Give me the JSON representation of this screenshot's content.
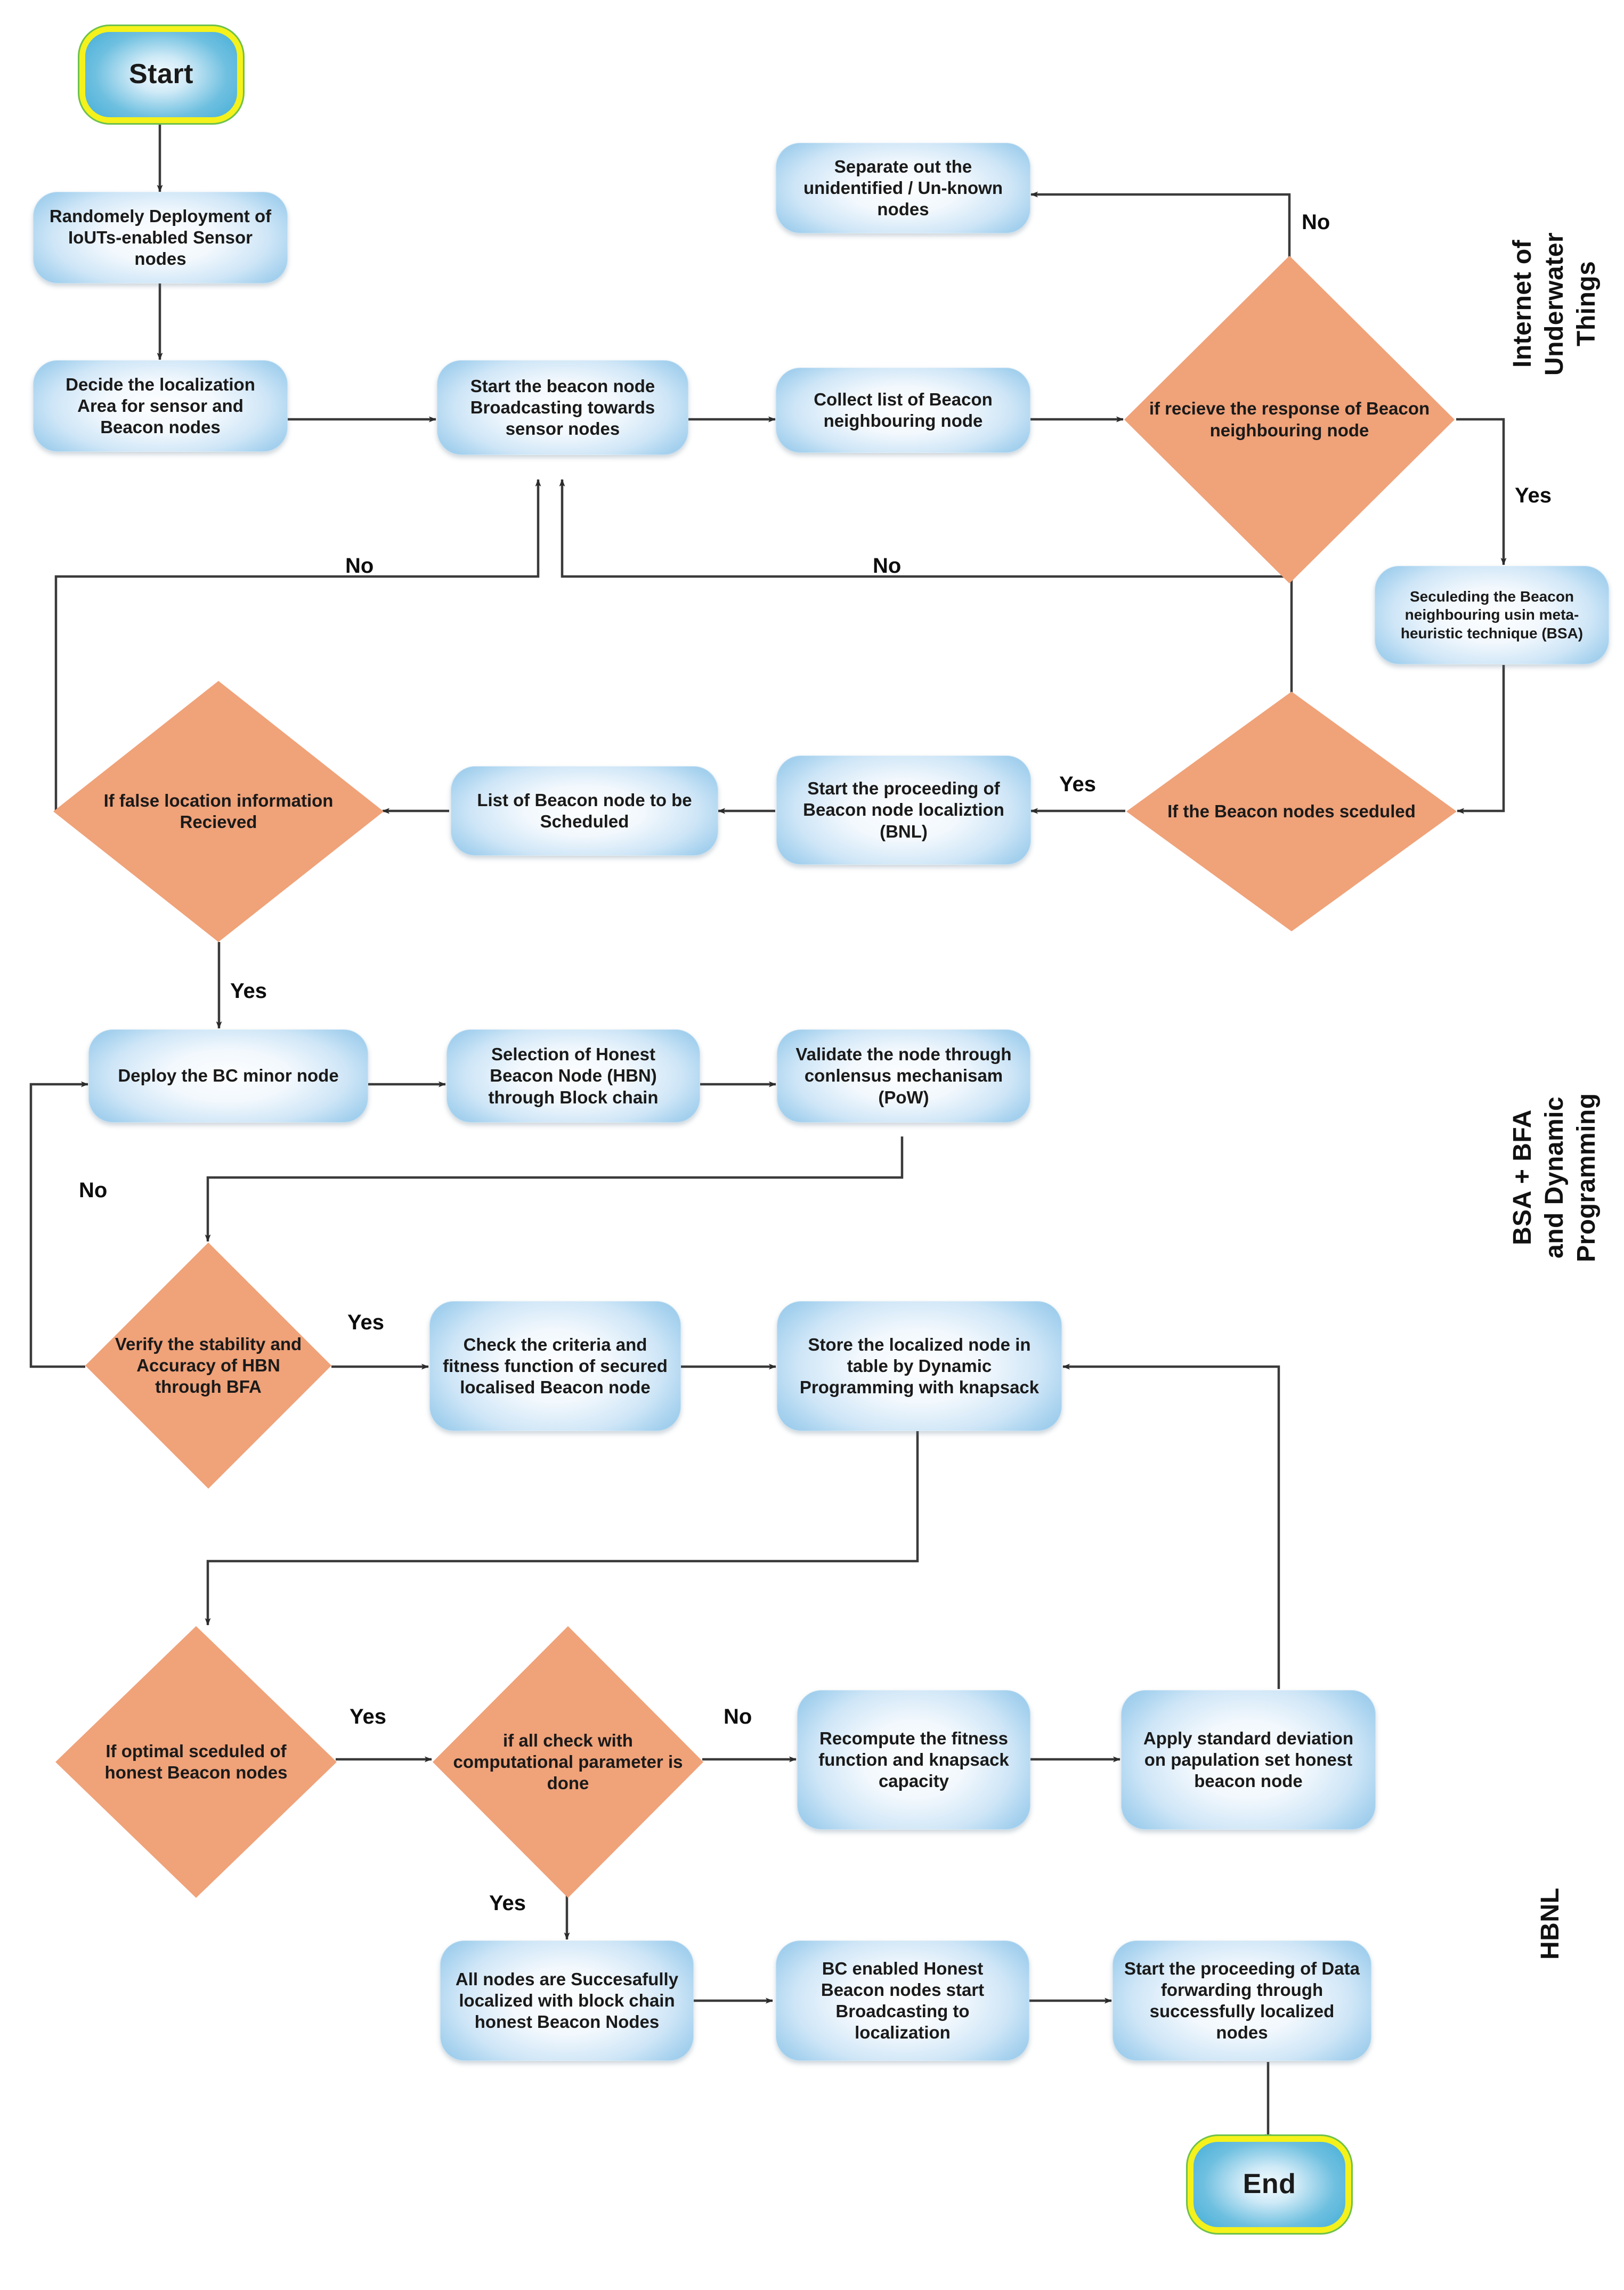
{
  "diagram": {
    "title_present": false,
    "colors": {
      "process_fill": "#cfe6f7",
      "decision_fill": "#f0a279",
      "terminator_fill": "#6fc0e0",
      "terminator_glow_yellow": "#f5f11b",
      "terminator_glow_green": "#6dc24a",
      "connector": "#3a3a3a",
      "text": "#1a1a1a",
      "background": "#ffffff"
    }
  },
  "side_labels": [
    {
      "id": "iout",
      "text": "Internet of\nUnderwater\nThings"
    },
    {
      "id": "bsa",
      "text": "BSA + BFA\nand Dynamic\nProgramming"
    },
    {
      "id": "hbnl",
      "text": "HBNL"
    }
  ],
  "nodes": {
    "start": {
      "label": "Start",
      "shape": "terminator"
    },
    "random_deploy": {
      "label": "Randomely Deployment of IoUTs-enabled Sensor nodes",
      "shape": "process"
    },
    "decide_area": {
      "label": "Decide the localization Area for sensor and Beacon nodes",
      "shape": "process"
    },
    "start_broadcast": {
      "label": "Start the beacon node Broadcasting towards sensor nodes",
      "shape": "process"
    },
    "collect_list": {
      "label": "Collect list of  Beacon neighbouring node",
      "shape": "process"
    },
    "if_receive_response": {
      "label": "if recieve the response of Beacon neighbouring node",
      "shape": "decision"
    },
    "separate_unknown": {
      "label": "Separate out the unidentified / Un-known nodes",
      "shape": "process"
    },
    "seculeding": {
      "label": "Seculeding the Beacon neighbouring usin meta-heuristic technique (BSA)",
      "shape": "process"
    },
    "if_beacon_scheduled": {
      "label": "If the Beacon nodes sceduled",
      "shape": "decision"
    },
    "start_bnl": {
      "label": "Start the proceeding of Beacon node localiztion (BNL)",
      "shape": "process"
    },
    "list_scheduled": {
      "label": "List of  Beacon node to be Scheduled",
      "shape": "process"
    },
    "if_false_location": {
      "label": "If false location information Recieved",
      "shape": "decision"
    },
    "deploy_bc_minor": {
      "label": "Deploy the BC minor node",
      "shape": "process"
    },
    "selection_hbn": {
      "label": "Selection of  Honest Beacon Node (HBN) through Block chain",
      "shape": "process"
    },
    "validate_pow": {
      "label": "Validate the node through conlensus mechanisam (PoW)",
      "shape": "process"
    },
    "verify_bfa": {
      "label": "Verify the stability and Accuracy of HBN through BFA",
      "shape": "decision"
    },
    "check_criteria": {
      "label": "Check the criteria and fitness function of secured localised Beacon node",
      "shape": "process"
    },
    "store_localized": {
      "label": "Store the localized node in table by Dynamic Programming with knapsack",
      "shape": "process"
    },
    "if_optimal_scheduled": {
      "label": "If optimal sceduled of honest Beacon nodes",
      "shape": "decision"
    },
    "if_all_check": {
      "label": "if all check with computational parameter is done",
      "shape": "decision"
    },
    "recompute": {
      "label": "Recompute the fitness function and knapsack capacity",
      "shape": "process"
    },
    "apply_std_dev": {
      "label": "Apply standard deviation on papulation set honest beacon node",
      "shape": "process"
    },
    "all_localized": {
      "label": "All nodes are Succesafully localized with block chain honest Beacon Nodes",
      "shape": "process"
    },
    "bc_broadcast": {
      "label": "BC enabled Honest Beacon nodes start Broadcasting to localization",
      "shape": "process"
    },
    "data_forwarding": {
      "label": "Start the proceeding of  Data forwarding through successfully localized nodes",
      "shape": "process"
    },
    "end": {
      "label": "End",
      "shape": "terminator"
    }
  },
  "edge_labels": [
    {
      "id": "no-receive-response",
      "text": "No"
    },
    {
      "id": "yes-receive-response",
      "text": "Yes"
    },
    {
      "id": "no-false-location-loop",
      "text": "No"
    },
    {
      "id": "no-beacon-scheduled-loop",
      "text": "No"
    },
    {
      "id": "yes-beacon-scheduled",
      "text": "Yes"
    },
    {
      "id": "yes-false-location",
      "text": "Yes"
    },
    {
      "id": "no-verify-bfa",
      "text": "No"
    },
    {
      "id": "yes-verify-bfa",
      "text": "Yes"
    },
    {
      "id": "yes-optimal-scheduled",
      "text": "Yes"
    },
    {
      "id": "no-all-check",
      "text": "No"
    },
    {
      "id": "yes-all-check",
      "text": "Yes"
    }
  ]
}
